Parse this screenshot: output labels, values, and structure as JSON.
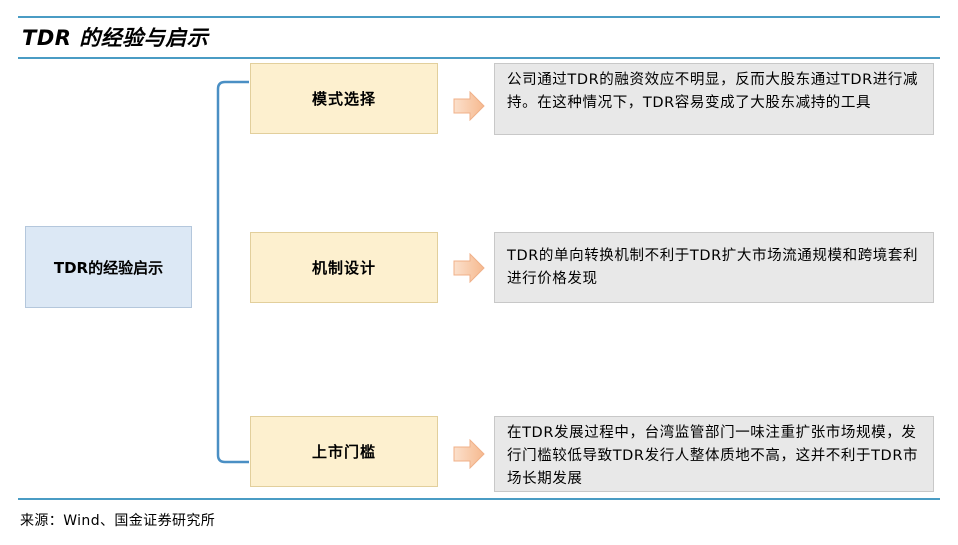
{
  "title": "TDR 的经验与启示",
  "diagram": {
    "root": "TDR的经验启示",
    "branches": [
      {
        "label": "模式选择",
        "description": "公司通过TDR的融资效应不明显，反而大股东通过TDR进行减持。在这种情况下，TDR容易变成了大股东减持的工具"
      },
      {
        "label": "机制设计",
        "description": "TDR的单向转换机制不利于TDR扩大市场流通规模和跨境套利进行价格发现"
      },
      {
        "label": "上市门槛",
        "description": "在TDR发展过程中，台湾监管部门一味注重扩张市场规模，发行门槛较低导致TDR发行人整体质地不高，这并不利于TDR市场长期发展"
      }
    ]
  },
  "source": "来源：Wind、国金证券研究所",
  "colors": {
    "rule": "#4a9cc4",
    "connector": "#4a8fc4",
    "root_fill": "#dce8f5",
    "node_fill": "#fdf0cf",
    "desc_fill": "#e8e8e8",
    "arrow_fill": "#f8c9a6"
  }
}
